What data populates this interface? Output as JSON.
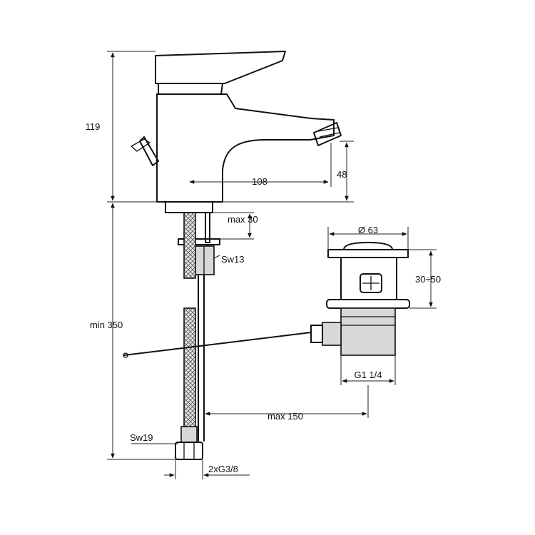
{
  "labels": {
    "height_total": "119",
    "spout_reach": "108",
    "spout_height": "48",
    "max_deck": "max 30",
    "nut_size": "Sw13",
    "min_hose": "min 350",
    "waste_diameter": "Ø 63",
    "waste_thickness": "30÷50",
    "waste_thread": "G1 1/4",
    "rod_max": "max 150",
    "hose_nut": "Sw19",
    "hose_thread": "2xG3/8"
  }
}
